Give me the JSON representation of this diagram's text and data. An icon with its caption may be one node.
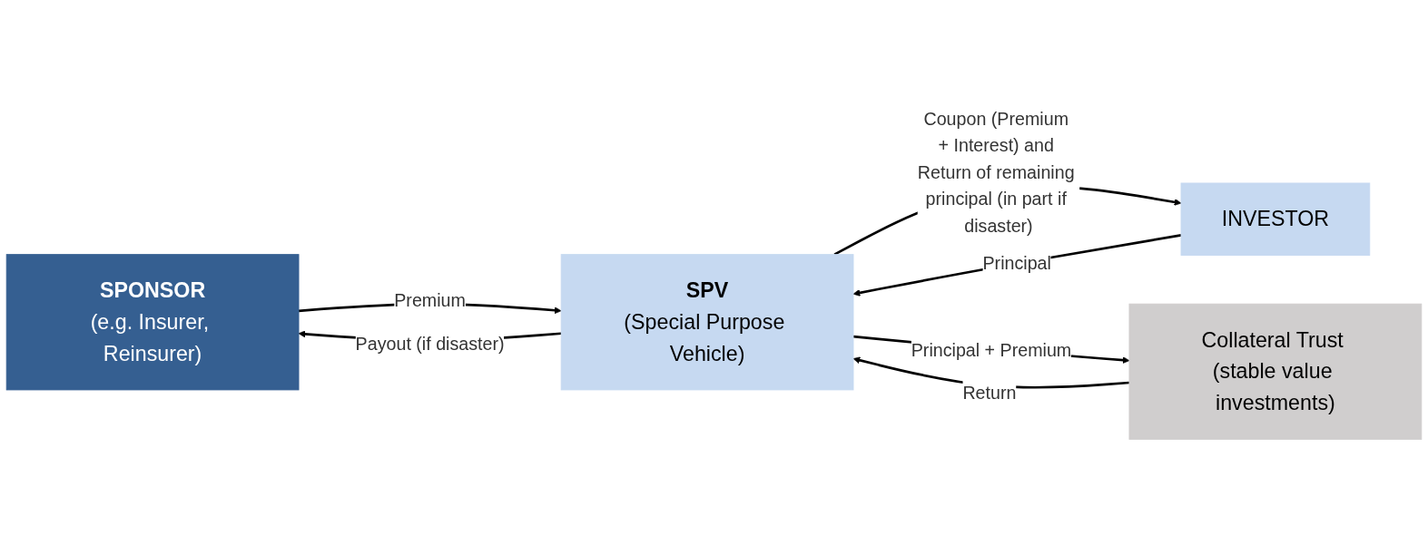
{
  "diagram": {
    "nodes": [
      {
        "text": [
          "SPONSOR",
          "(e.g. Insurer, Reinsurer)"
        ]
      },
      {
        "text": [
          "SPV",
          "(Special Purpose Vehicle)"
        ]
      },
      {
        "text": [
          "INVESTOR"
        ]
      },
      {
        "text": [
          "Collateral Trust (stable value investments)"
        ]
      }
    ],
    "edges": [
      {
        "from": 1,
        "to": 0,
        "arrow": "to",
        "label": "Payout (if disaster)"
      },
      {
        "from": 0,
        "to": 1,
        "arrow": "to",
        "label": "Premium"
      },
      {
        "from": 2,
        "to": 1,
        "arrow": "to",
        "label": "Principal"
      },
      {
        "from": 1,
        "to": 2,
        "arrow": "to",
        "label": "Coupon (Premium + Interest) and Return of remaining principal (in part if disaster)"
      },
      {
        "from": 1,
        "to": 3,
        "arrow": "to",
        "label": "Principal + Premium"
      },
      {
        "from": 3,
        "to": 1,
        "arrow": "to",
        "label": "Return"
      }
    ]
  }
}
